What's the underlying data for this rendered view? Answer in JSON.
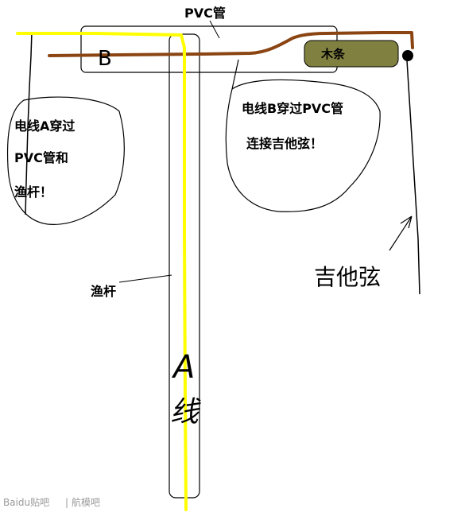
{
  "labels": {
    "pvc_pipe": "PVC管",
    "wire_b_letter": "B",
    "wood_strip": "木条",
    "bubble_left": [
      "电线A穿过",
      "PVC管和",
      "渔杆！"
    ],
    "bubble_right": [
      "电线B穿过PVC管",
      "连接吉他弦！"
    ],
    "fishing_rod": "渔杆",
    "guitar_string": "吉他弦",
    "wire_a_line1": "A",
    "wire_a_line2": "线"
  },
  "watermark": {
    "logo": "Baidu贴吧",
    "separator": "|",
    "forum": "航模吧"
  },
  "colors": {
    "wire_a": "#ffff00",
    "wire_b": "#8b4513",
    "wood_strip": "#808041",
    "outline": "#000000"
  }
}
